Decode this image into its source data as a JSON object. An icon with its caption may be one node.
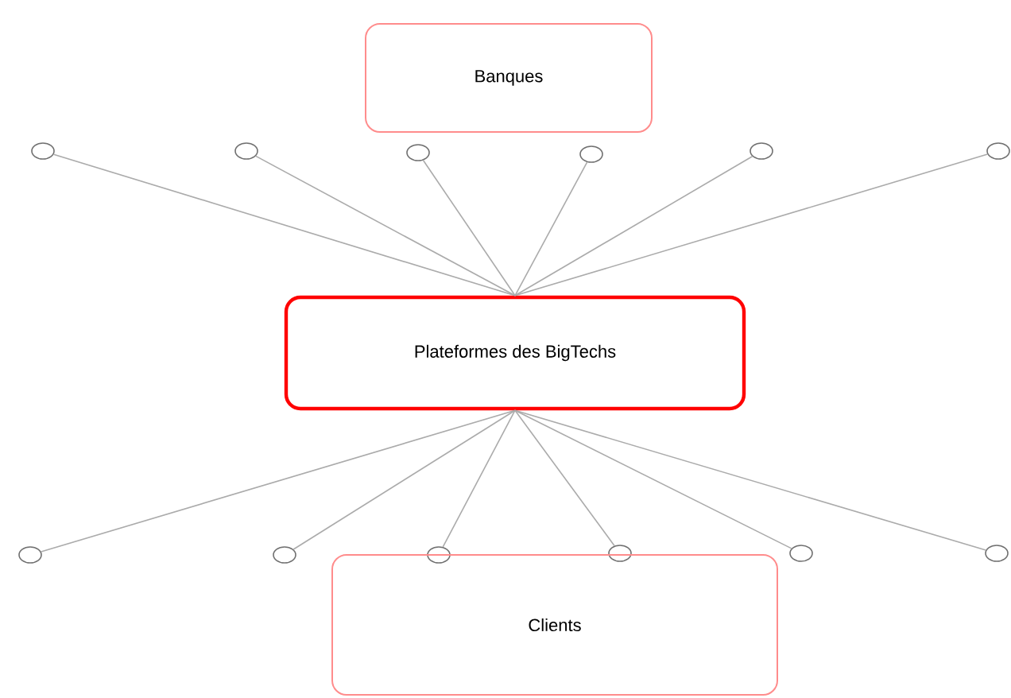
{
  "diagram": {
    "nodes": [
      {
        "text": [
          "Banques"
        ]
      },
      {
        "text": [],
        "shape": "circle"
      },
      {
        "text": [],
        "shape": "circle"
      },
      {
        "text": [],
        "shape": "circle"
      },
      {
        "text": [],
        "shape": "circle"
      },
      {
        "text": [],
        "shape": "circle"
      },
      {
        "text": [],
        "shape": "circle"
      },
      {
        "text": [
          "Plateformes des BigTechs"
        ]
      },
      {
        "text": [],
        "shape": "circle"
      },
      {
        "text": [],
        "shape": "circle"
      },
      {
        "text": [],
        "shape": "circle"
      },
      {
        "text": [],
        "shape": "circle"
      },
      {
        "text": [],
        "shape": "circle"
      },
      {
        "text": [],
        "shape": "circle"
      },
      {
        "text": [
          "Clients"
        ]
      }
    ],
    "edges": [
      {
        "from": 1,
        "to": 7,
        "arrow": "none"
      },
      {
        "from": 2,
        "to": 7,
        "arrow": "none"
      },
      {
        "from": 3,
        "to": 7,
        "arrow": "none"
      },
      {
        "from": 4,
        "to": 7,
        "arrow": "none"
      },
      {
        "from": 5,
        "to": 7,
        "arrow": "none"
      },
      {
        "from": 6,
        "to": 7,
        "arrow": "none"
      },
      {
        "from": 7,
        "to": 8,
        "arrow": "none"
      },
      {
        "from": 7,
        "to": 9,
        "arrow": "none"
      },
      {
        "from": 7,
        "to": 10,
        "arrow": "none"
      },
      {
        "from": 7,
        "to": 11,
        "arrow": "none"
      },
      {
        "from": 7,
        "to": 12,
        "arrow": "none"
      },
      {
        "from": 7,
        "to": 13,
        "arrow": "none"
      }
    ]
  }
}
